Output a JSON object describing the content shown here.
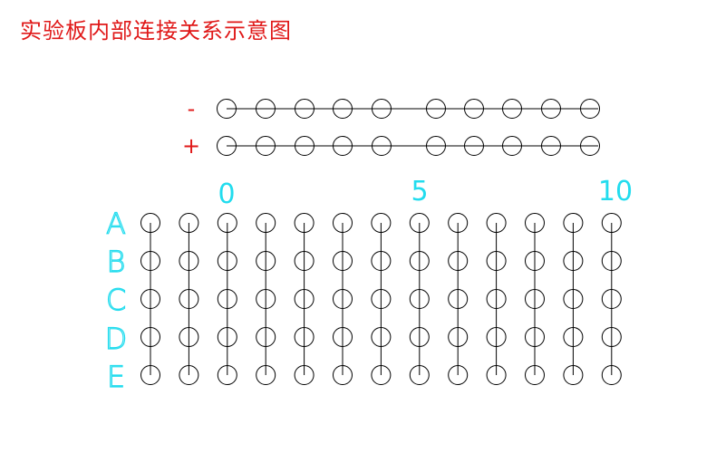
{
  "title": "实验板内部连接关系示意图",
  "power_rails": [
    {
      "label": "-",
      "holes": 10
    },
    {
      "label": "+",
      "holes": 10
    }
  ],
  "column_numbers": [
    "0",
    "5",
    "10"
  ],
  "row_labels": [
    "A",
    "B",
    "C",
    "D",
    "E"
  ],
  "columns": 13,
  "colors": {
    "title": "#e01818",
    "rail_labels": "#e01818",
    "grid_labels": "#22dcee",
    "lines": "#000000"
  }
}
